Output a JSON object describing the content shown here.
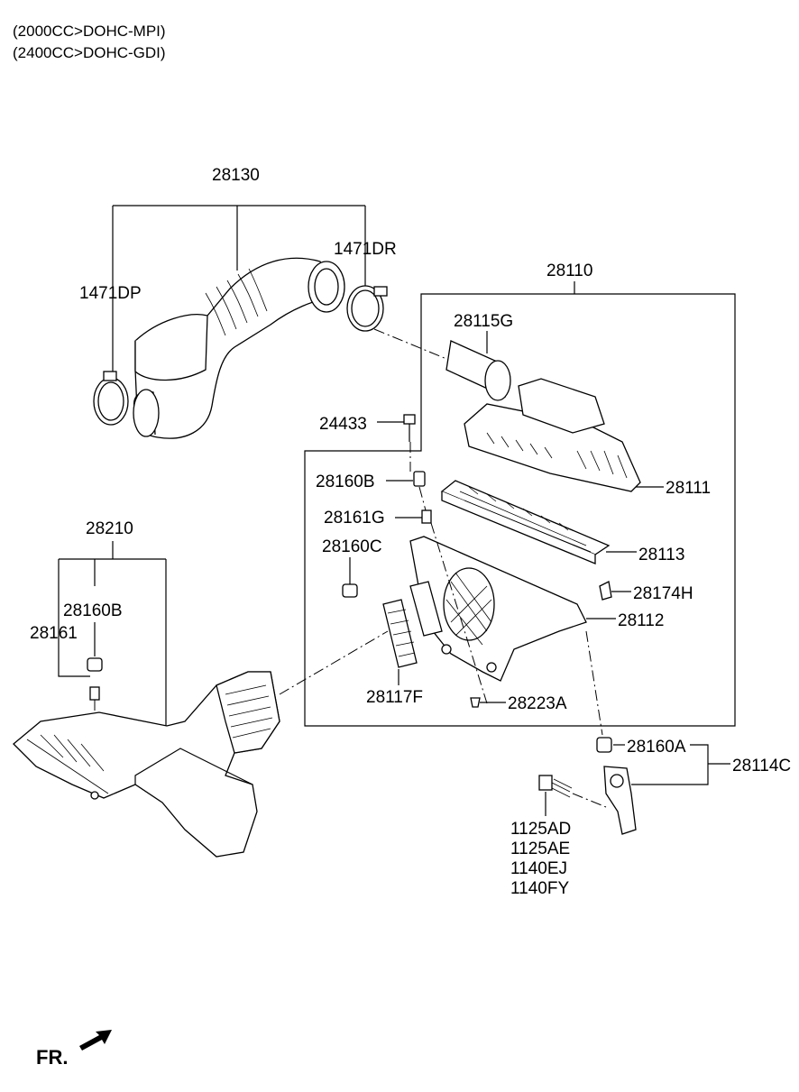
{
  "header": {
    "line1": "(2000CC>DOHC-MPI)",
    "line2": "(2400CC>DOHC-GDI)"
  },
  "labels": {
    "p28130": "28130",
    "p1471DR": "1471DR",
    "p1471DP": "1471DP",
    "p28110": "28110",
    "p28115G": "28115G",
    "p24433": "24433",
    "p28160B_a": "28160B",
    "p28111": "28111",
    "p28161G": "28161G",
    "p28113": "28113",
    "p28160C": "28160C",
    "p28174H": "28174H",
    "p28112": "28112",
    "p28117F": "28117F",
    "p28223A": "28223A",
    "p28160A": "28160A",
    "p28114C": "28114C",
    "p28210": "28210",
    "p28160B_b": "28160B",
    "p28161": "28161",
    "p1125AD": "1125AD",
    "p1125AE": "1125AE",
    "p1140EJ": "1140EJ",
    "p1140FY": "1140FY"
  },
  "footer": {
    "direction": "FR."
  }
}
